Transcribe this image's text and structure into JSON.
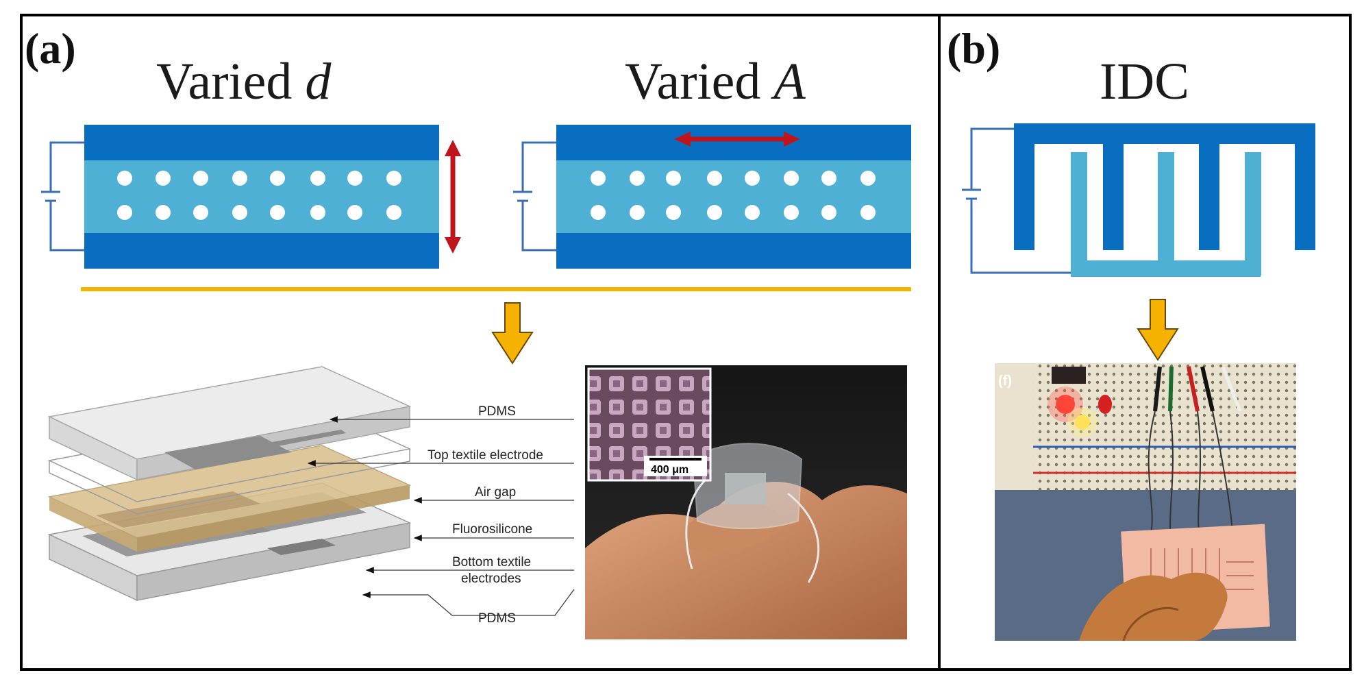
{
  "panel_a": {
    "label": "(a)",
    "title_varied_d_prefix": "Varied ",
    "title_varied_d_var": "d",
    "title_varied_a_prefix": "Varied ",
    "title_varied_a_var": "A"
  },
  "panel_b": {
    "label": "(b)",
    "title": "IDC"
  },
  "layer_labels": {
    "pdms_top": "PDMS",
    "top_textile_electrode": "Top textile electrode",
    "air_gap": "Air gap",
    "fluorosilicone": "Fluorosilicone",
    "bottom_textile_electrodes_line1": "Bottom textile",
    "bottom_textile_electrodes_line2": "electrodes",
    "pdms_bottom": "PDMS"
  },
  "photo_inset": {
    "scale_bar": "400 μm"
  },
  "breadboard_photo": {
    "label": "(f)"
  },
  "colors": {
    "electrode_dark_blue": "#0a6ec0",
    "dielectric_light_blue": "#4fb0d6",
    "arrow_red": "#c0141c",
    "divider_yellow": "#f2b600",
    "arrow_orange": "#f5b300",
    "wire_blue": "#3b6fb3"
  }
}
